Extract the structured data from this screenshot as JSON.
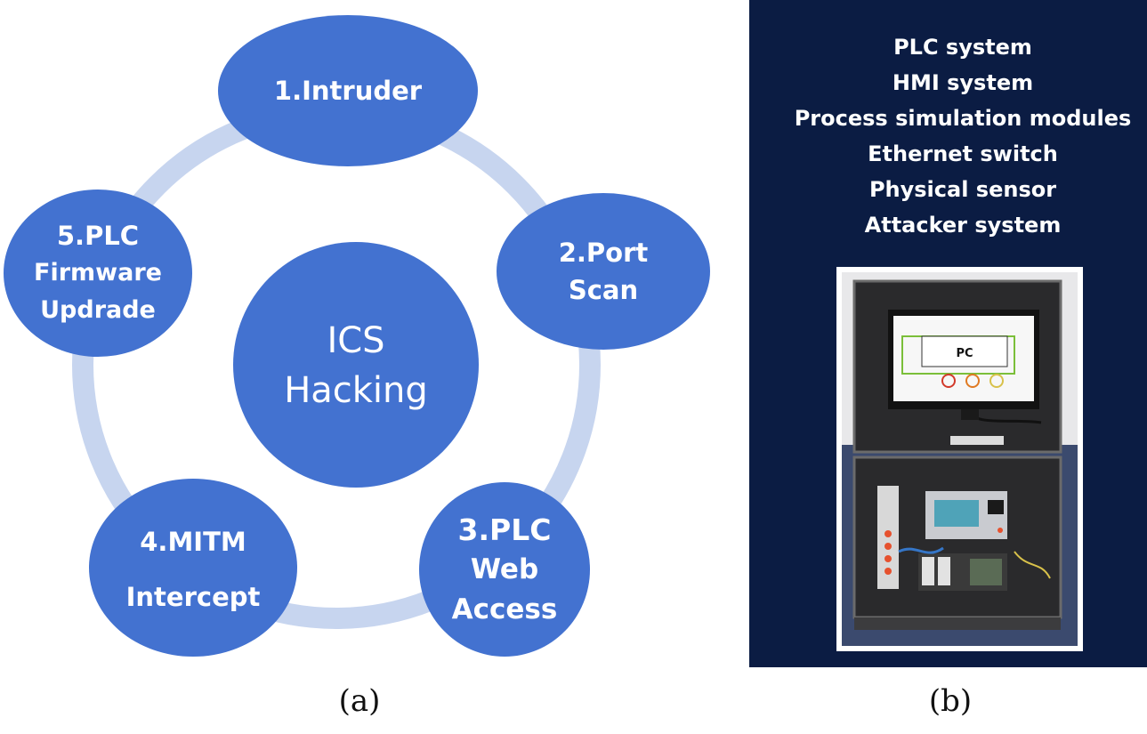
{
  "panel_a": {
    "center_label_line1": "ICS",
    "center_label_line2": "Hacking",
    "steps": [
      {
        "id": "intruder",
        "line1": "1.Intruder",
        "line2": "",
        "line3": ""
      },
      {
        "id": "port-scan",
        "line1": "2.Port",
        "line2": "Scan",
        "line3": ""
      },
      {
        "id": "plc-web-access",
        "line1": "3.PLC",
        "line2": "Web",
        "line3": "Access"
      },
      {
        "id": "mitm-intercept",
        "line1": "4.MITM",
        "line2": "Intercept",
        "line3": ""
      },
      {
        "id": "plc-firmware",
        "line1": "5.PLC",
        "line2": "Firmware",
        "line3": "Updrade"
      }
    ],
    "caption": "(a)",
    "colors": {
      "node": "#4372d0",
      "ring": "#c7d5ef",
      "text": "#ffffff"
    }
  },
  "panel_b": {
    "components": [
      "PLC system",
      "HMI system",
      "Process simulation modules",
      "Ethernet switch",
      "Physical sensor",
      "Attacker system"
    ],
    "photo_screen_label": "PC",
    "caption": "(b)",
    "colors": {
      "background": "#0b1c43",
      "text": "#ffffff"
    }
  }
}
